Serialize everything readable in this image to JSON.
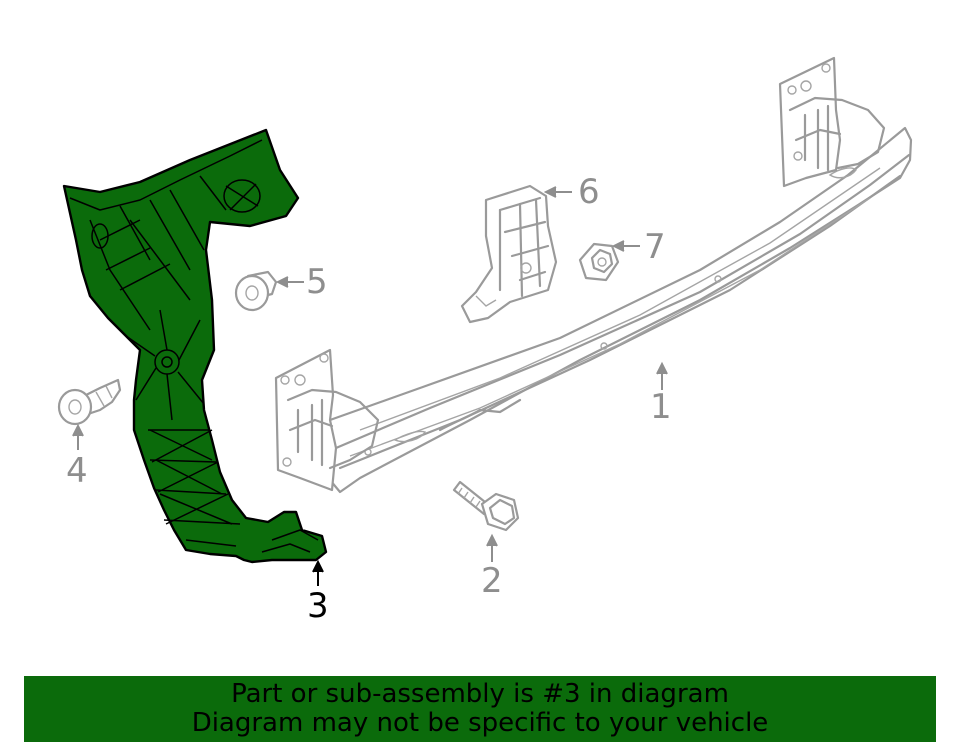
{
  "callouts": [
    {
      "id": "1",
      "label": "1",
      "highlighted": false
    },
    {
      "id": "2",
      "label": "2",
      "highlighted": false
    },
    {
      "id": "3",
      "label": "3",
      "highlighted": true
    },
    {
      "id": "4",
      "label": "4",
      "highlighted": false
    },
    {
      "id": "5",
      "label": "5",
      "highlighted": false
    },
    {
      "id": "6",
      "label": "6",
      "highlighted": false
    },
    {
      "id": "7",
      "label": "7",
      "highlighted": false
    }
  ],
  "banner": {
    "line1": "Part or sub-assembly is #3 in diagram",
    "line2": "Diagram may not be specific to your vehicle",
    "background_color": "#0b6b0b"
  },
  "colors": {
    "highlight_part": "#0b6b0b",
    "part_outline": "#9a9a9a",
    "callout_text": "#8e8e8e",
    "highlight_text": "#000000"
  }
}
